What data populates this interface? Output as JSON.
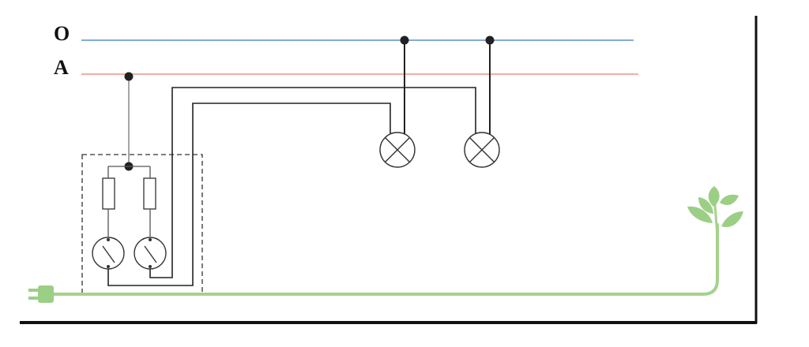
{
  "diagram": {
    "labels": {
      "neutral": "O",
      "phase": "A"
    },
    "colors": {
      "neutral_line": "#5b8fc9",
      "phase_line": "#e8958a",
      "wire": "#222222",
      "plant_cable": "#a6d28c",
      "leaf": "#9ccf86",
      "dashed_box": "#333333",
      "frame": "#111111"
    },
    "components": {
      "switch_box": "dashed-enclosure",
      "fuses": 2,
      "switches": 2,
      "lamps": 2,
      "icons": [
        "plug-icon",
        "plant-icon"
      ]
    }
  }
}
